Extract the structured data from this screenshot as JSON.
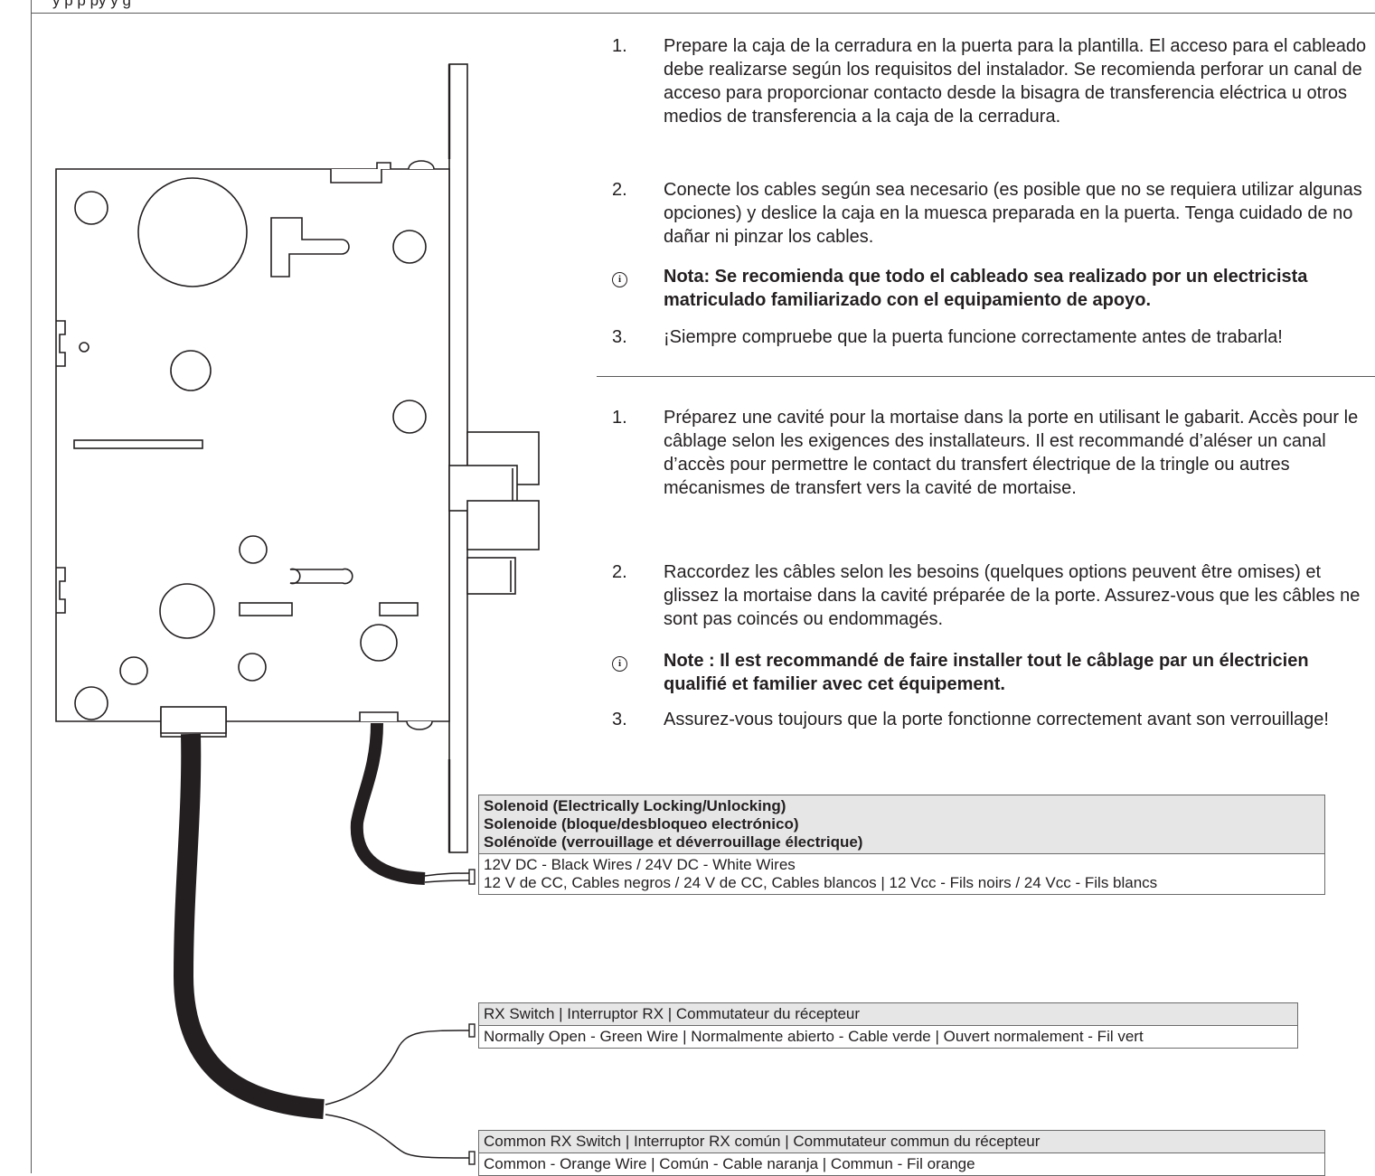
{
  "header_fragment": "y             p  p  py  y         g",
  "spanish_steps": [
    {
      "num": "1.",
      "text": "Prepare la caja de la cerradura en la puerta para la plantilla. El acceso para el cableado debe realizarse según los requisitos del instalador. Se recomienda perforar un canal de acceso para proporcionar contacto desde la bisagra de transferencia eléctrica u otros medios de transferencia a la caja de la cerradura."
    },
    {
      "num": "2.",
      "text": "Conecte los cables según sea necesario (es posible que no se requiera utilizar algunas opciones) y deslice la caja en la muesca preparada en la puerta. Tenga cuidado de no dañar ni pinzar los cables."
    },
    {
      "num": "ⓘ",
      "text": "Nota: Se recomienda que todo el cableado sea realizado por un electricista matriculado familiarizado con el equipamiento de apoyo."
    },
    {
      "num": "3.",
      "text": "¡Siempre compruebe que la puerta funcione correctamente antes de trabarla!"
    }
  ],
  "french_steps": [
    {
      "num": "1.",
      "text": "Préparez une cavité pour la mortaise dans la porte en utilisant le gabarit. Accès pour le câblage selon les exigences des installateurs. Il est recommandé d’aléser un canal d’accès pour permettre le contact du transfert électrique de la tringle ou autres mécanismes de transfert vers la cavité de mortaise."
    },
    {
      "num": "2.",
      "text": "Raccordez les câbles selon les besoins (quelques options peuvent être omises) et glissez la mortaise dans la cavité préparée de la porte. Assurez-vous que les câbles ne sont pas coincés ou endommagés."
    },
    {
      "num": "ⓘ",
      "text": "Note : Il est recommandé de faire installer tout le câblage par un électricien qualifié et familier avec cet équipement."
    },
    {
      "num": "3.",
      "text": "Assurez-vous toujours que la porte fonctionne correctement avant son verrouillage!"
    }
  ],
  "solenoid_table": {
    "header": [
      "Solenoid (Electrically Locking/Unlocking)",
      "Solenoide (bloque/desbloqueo electrónico)",
      "Solénoïde (verrouillage et déverrouillage électrique)"
    ],
    "body": [
      "12V DC - Black Wires / 24V DC - White Wires",
      "12 V de CC, Cables negros / 24 V de CC, Cables blancos | 12 Vcc - Fils noirs / 24 Vcc - Fils blancs"
    ]
  },
  "rx_table": {
    "header": "RX Switch | Interruptor RX | Commutateur du récepteur",
    "body": "Normally Open - Green Wire | Normalmente abierto - Cable verde | Ouvert normalement - Fil vert"
  },
  "common_table": {
    "header": "Common RX Switch | Interruptor RX común | Commutateur commun du récepteur",
    "body": "Common - Orange Wire | Común - Cable naranja | Commun - Fil orange"
  }
}
